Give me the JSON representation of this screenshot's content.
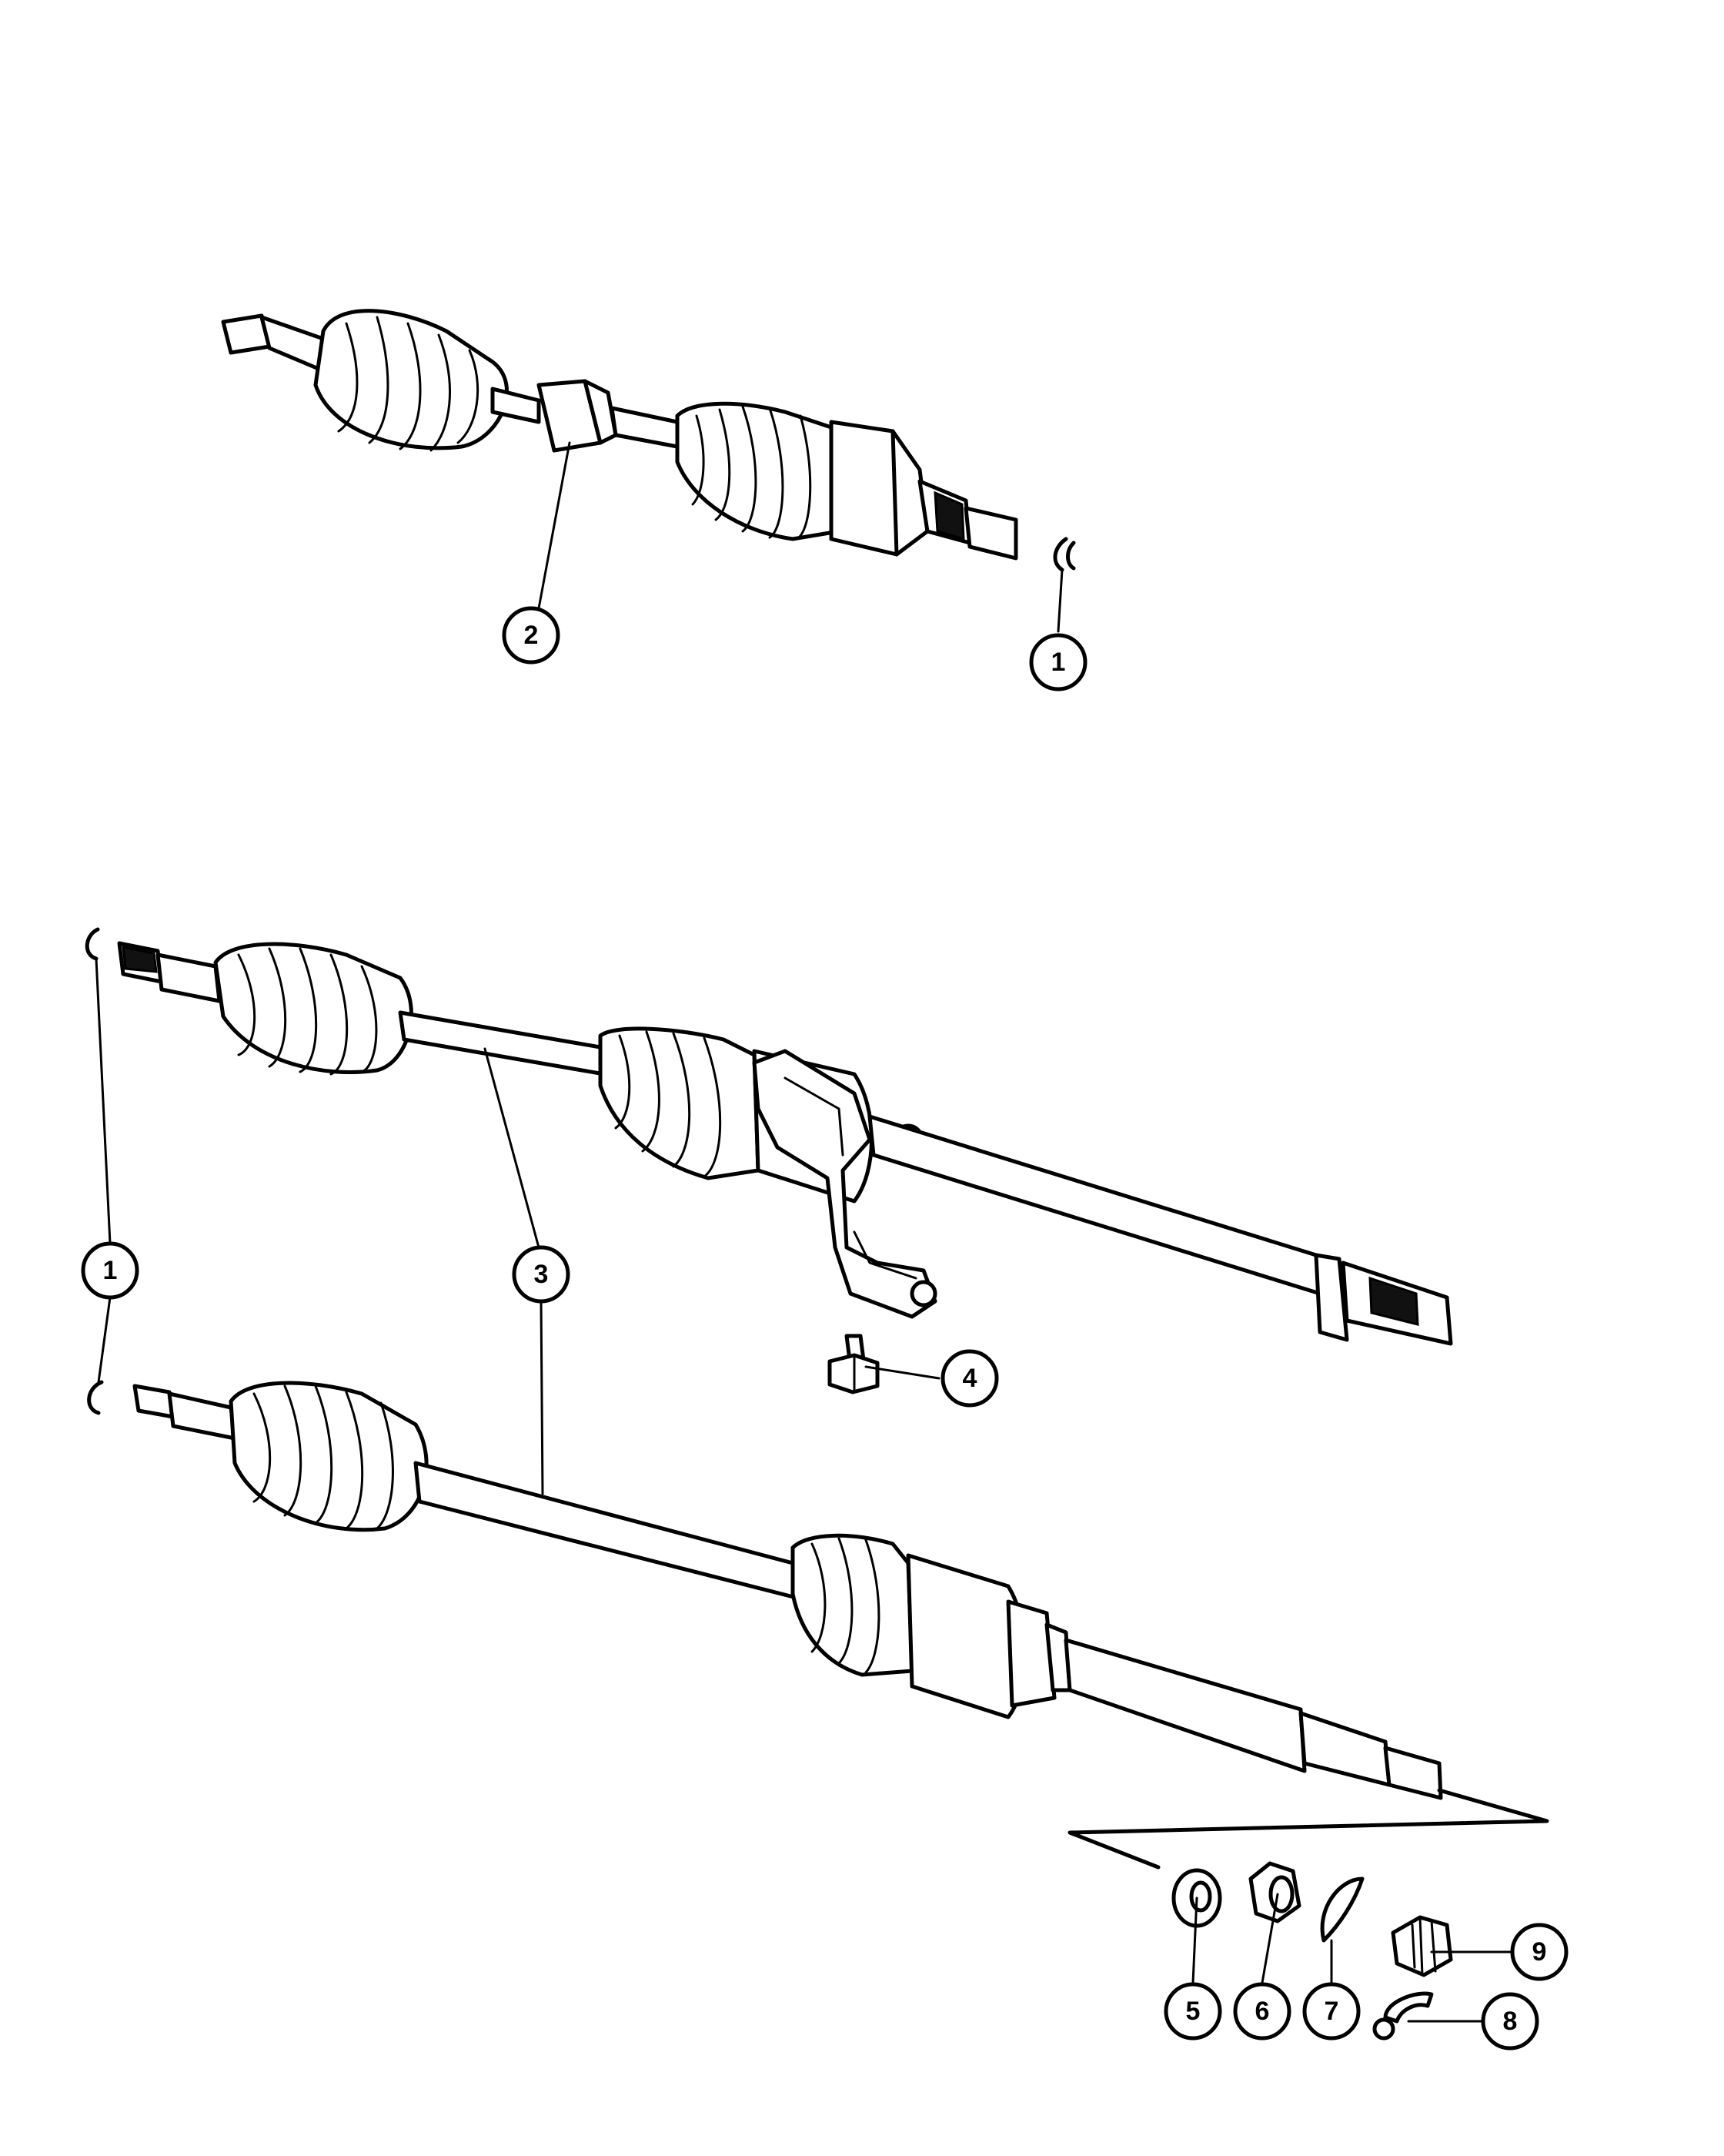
{
  "callouts": [
    {
      "id": "c2-top",
      "label": "2"
    },
    {
      "id": "c1-top",
      "label": "1"
    },
    {
      "id": "c1-left",
      "label": "1"
    },
    {
      "id": "c3",
      "label": "3"
    },
    {
      "id": "c4",
      "label": "4"
    },
    {
      "id": "c5",
      "label": "5"
    },
    {
      "id": "c6",
      "label": "6"
    },
    {
      "id": "c7",
      "label": "7"
    },
    {
      "id": "c8",
      "label": "8"
    },
    {
      "id": "c9",
      "label": "9"
    }
  ]
}
